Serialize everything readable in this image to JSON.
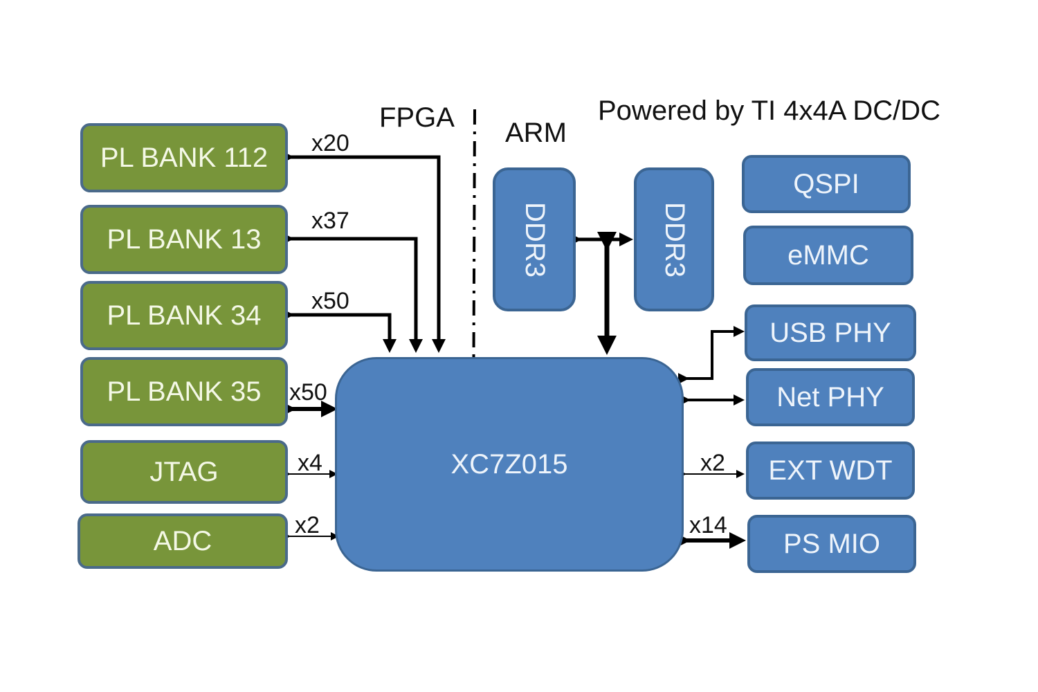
{
  "header": {
    "fpga_label": "FPGA",
    "arm_label": "ARM",
    "power_label": "Powered by TI 4x4A DC/DC"
  },
  "center_chip": {
    "label": "XC7Z015"
  },
  "fpga_side": {
    "blocks": [
      {
        "label": "PL BANK 112",
        "bus": "x20"
      },
      {
        "label": "PL BANK 13",
        "bus": "x37"
      },
      {
        "label": "PL BANK 34",
        "bus": "x50"
      },
      {
        "label": "PL BANK 35",
        "bus": "x50"
      },
      {
        "label": "JTAG",
        "bus": "x4"
      },
      {
        "label": "ADC",
        "bus": "x2"
      }
    ]
  },
  "arm_side": {
    "memory": [
      {
        "label": "DDR3"
      },
      {
        "label": "DDR3"
      }
    ],
    "peripherals": [
      {
        "label": "QSPI",
        "bus": ""
      },
      {
        "label": "eMMC",
        "bus": ""
      },
      {
        "label": "USB PHY",
        "bus": ""
      },
      {
        "label": "Net PHY",
        "bus": ""
      },
      {
        "label": "EXT WDT",
        "bus": "x2"
      },
      {
        "label": "PS MIO",
        "bus": "x14"
      }
    ]
  },
  "colors": {
    "fpga_block": "#78953a",
    "arm_block": "#4f81bd",
    "border": "#3b6593",
    "arrow": "#000000"
  }
}
